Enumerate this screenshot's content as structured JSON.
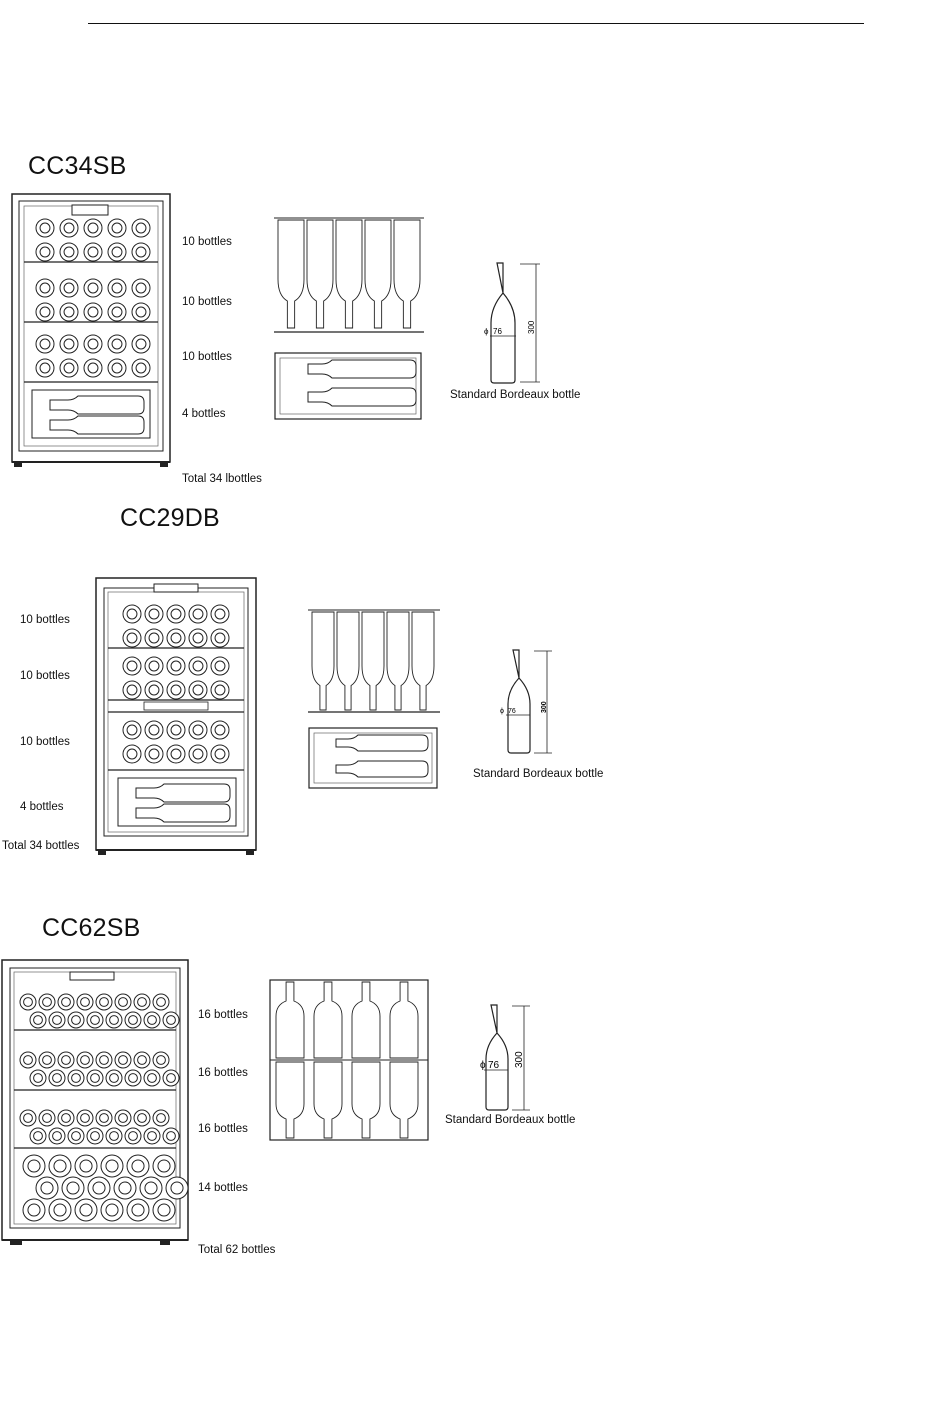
{
  "sections": [
    {
      "model": "CC34SB",
      "shelves": [
        "10 bottles",
        "10 bottles",
        "10 bottles",
        "4 bottles"
      ],
      "total": "Total 34 lbottles",
      "bottle_caption": "Standard Bordeaux bottle",
      "diameter": "76",
      "height": "300"
    },
    {
      "model": "CC29DB",
      "shelves": [
        "10 bottles",
        "10 bottles",
        "10 bottles",
        "4 bottles"
      ],
      "total": "Total 34 bottles",
      "bottle_caption": "Standard Bordeaux bottle",
      "diameter": "76",
      "height": "300"
    },
    {
      "model": "CC62SB",
      "shelves": [
        "16 bottles",
        "16 bottles",
        "16 bottles",
        "14 bottles"
      ],
      "total": "Total 62 bottles",
      "bottle_caption": "Standard Bordeaux bottle",
      "diameter": "76",
      "height": "300"
    }
  ]
}
